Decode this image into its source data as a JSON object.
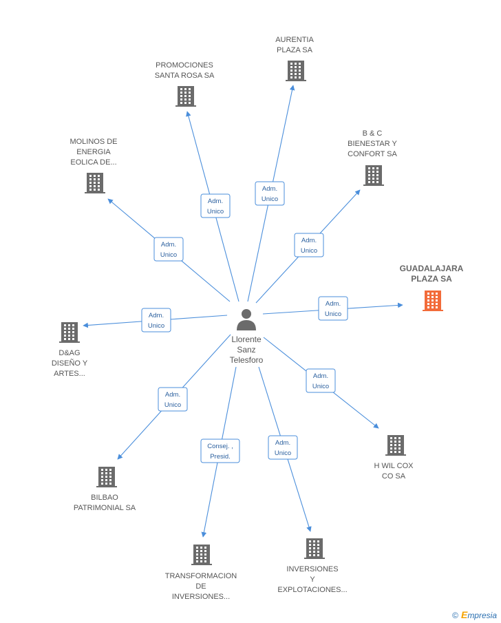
{
  "colors": {
    "edge": "#4a8edb",
    "building": "#6b6b6b",
    "building_highlight": "#f26b3a",
    "person": "#6b6b6b",
    "role_border": "#4a8edb",
    "role_text": "#2a5f9e"
  },
  "center": {
    "icon": "person-icon",
    "name_lines": [
      "Llorente",
      "Sanz",
      "Telesforo"
    ]
  },
  "companies": [
    {
      "id": "aurentia",
      "lines": [
        "AURENTIA",
        "PLAZA SA"
      ],
      "highlight": false,
      "role_lines": [
        "Adm.",
        "Unico"
      ]
    },
    {
      "id": "promociones",
      "lines": [
        "PROMOCIONES",
        "SANTA ROSA SA"
      ],
      "highlight": false,
      "role_lines": [
        "Adm.",
        "Unico"
      ]
    },
    {
      "id": "molinos",
      "lines": [
        "MOLINOS DE",
        "ENERGIA",
        "EOLICA DE..."
      ],
      "highlight": false,
      "role_lines": [
        "Adm.",
        "Unico"
      ]
    },
    {
      "id": "bc",
      "lines": [
        "B & C",
        "BIENESTAR Y",
        "CONFORT SA"
      ],
      "highlight": false,
      "role_lines": [
        "Adm.",
        "Unico"
      ]
    },
    {
      "id": "guadalajara",
      "lines": [
        "GUADALAJARA",
        "PLAZA SA"
      ],
      "highlight": true,
      "role_lines": [
        "Adm.",
        "Unico"
      ]
    },
    {
      "id": "dag",
      "lines": [
        "D&AG",
        "DISEÑO Y",
        "ARTES..."
      ],
      "highlight": false,
      "role_lines": [
        "Adm.",
        "Unico"
      ]
    },
    {
      "id": "hwil",
      "lines": [
        "H WIL COX",
        "CO SA"
      ],
      "highlight": false,
      "role_lines": [
        "Adm.",
        "Unico"
      ]
    },
    {
      "id": "bilbao",
      "lines": [
        "BILBAO",
        "PATRIMONIAL SA"
      ],
      "highlight": false,
      "role_lines": [
        "Adm.",
        "Unico"
      ]
    },
    {
      "id": "transformacion",
      "lines": [
        "TRANSFORMACION",
        "DE",
        "INVERSIONES..."
      ],
      "highlight": false,
      "role_lines": [
        "Consej. ,",
        "Presid."
      ]
    },
    {
      "id": "inversiones",
      "lines": [
        "INVERSIONES",
        "Y",
        "EXPLOTACIONES..."
      ],
      "highlight": false,
      "role_lines": [
        "Adm.",
        "Unico"
      ]
    }
  ],
  "brand": {
    "copyright": "©",
    "initial": "E",
    "rest": "mpresia"
  }
}
